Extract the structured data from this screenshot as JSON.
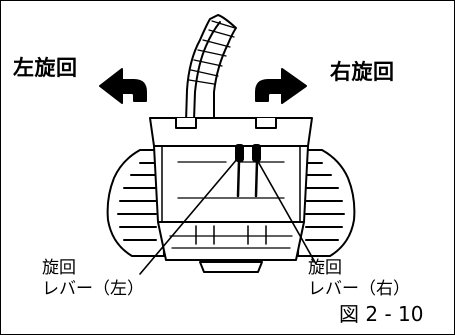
{
  "labels": {
    "left_turn": "左旋回",
    "right_turn": "右旋回",
    "lever_left_line1": "旋回",
    "lever_left_line2": "レバー（左）",
    "lever_right_line1": "旋回",
    "lever_right_line2": "レバー（右）",
    "figure": "図 2 - 10"
  },
  "icons": {
    "left_arrow": "curved-arrow-left-icon",
    "right_arrow": "curved-arrow-right-icon"
  },
  "colors": {
    "ink": "#000000",
    "background": "#ffffff"
  }
}
